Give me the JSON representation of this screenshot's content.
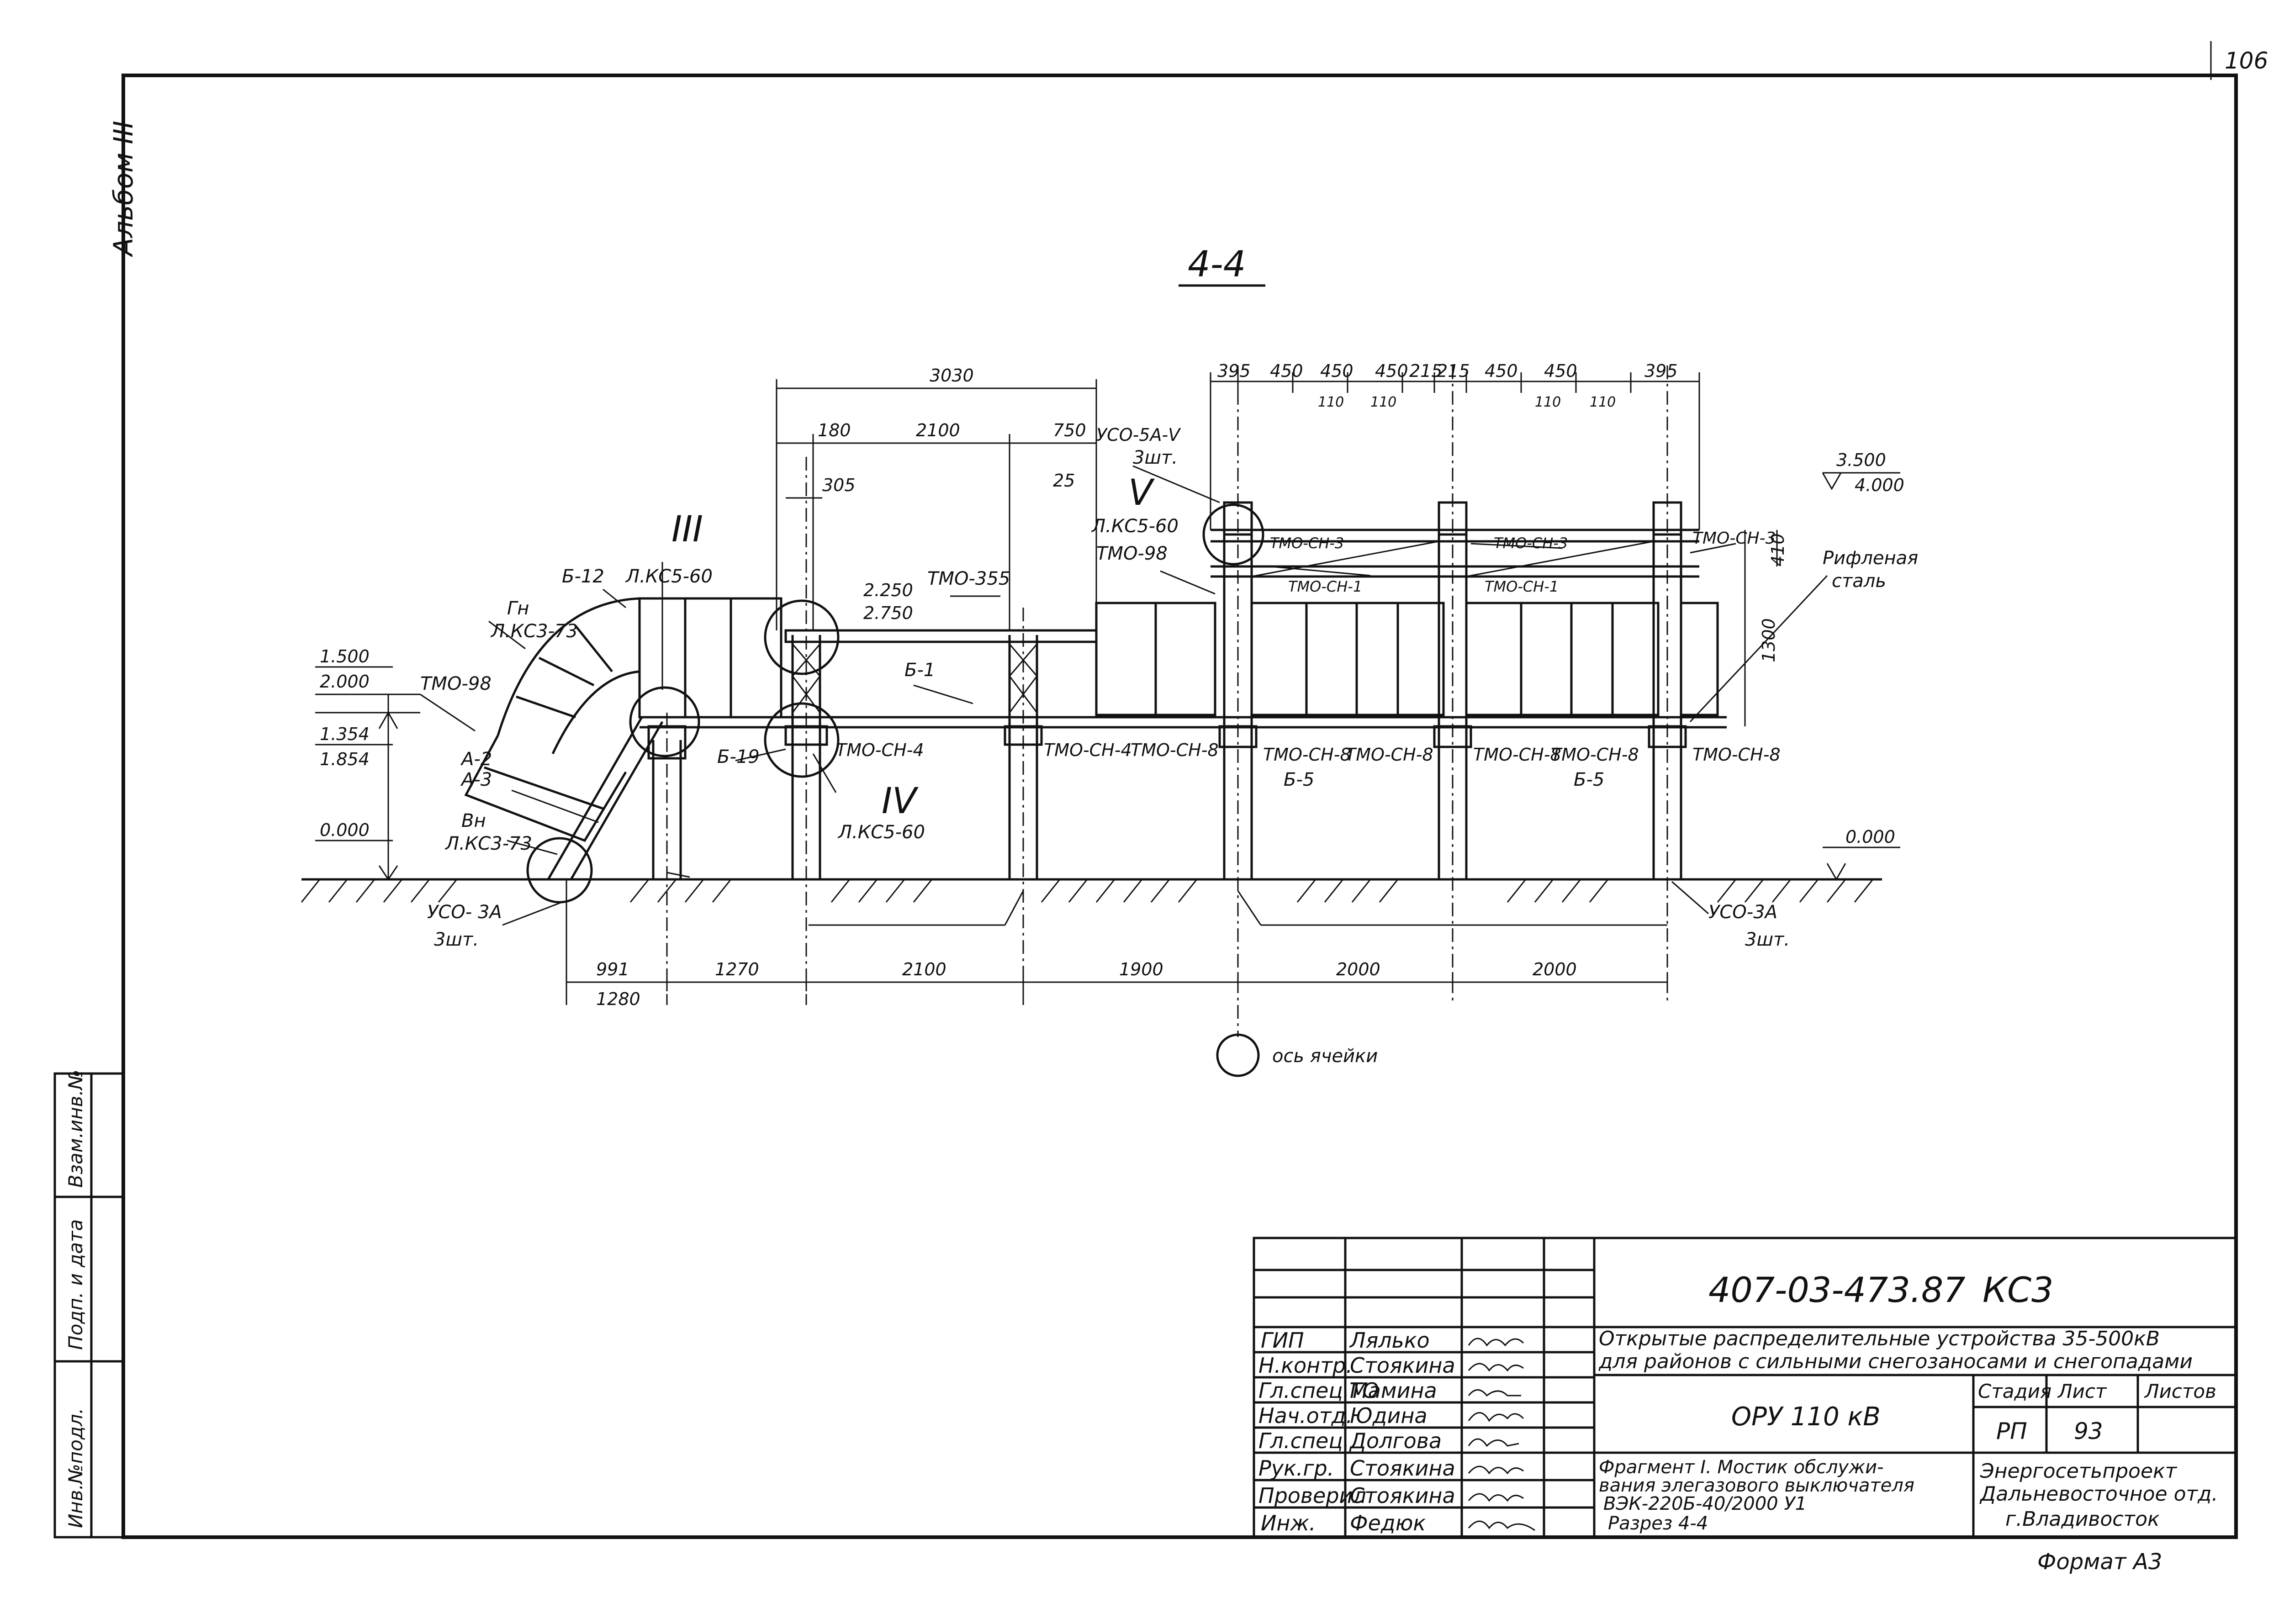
{
  "page_number": "106",
  "album_label": "Альбом III",
  "section_title": "4-4",
  "dimensions_top": {
    "total": "3030",
    "d180": "180",
    "d2100": "2100",
    "d750": "750",
    "d305": "305",
    "d25": "25",
    "d395a": "395",
    "d450a": "450",
    "d450b": "450",
    "d450c": "450",
    "d215a": "215",
    "d215b": "215",
    "d450d": "450",
    "d450e": "450",
    "d395b": "395",
    "d110a": "110",
    "d110b": "110",
    "d110c": "110",
    "d110d": "110",
    "d410": "410",
    "d1300": "1300"
  },
  "dimensions_bottom": {
    "d991": "991",
    "d1280": "1280",
    "d1270": "1270",
    "d2100": "2100",
    "d1900": "1900",
    "d2000a": "2000",
    "d2000b": "2000"
  },
  "levels": {
    "l1500": "1.500",
    "l2000": "2.000",
    "l1354": "1.354",
    "l1854": "1.854",
    "l0000": "0.000",
    "l2250": "2.250",
    "l2750": "2.750",
    "l3500": "3.500",
    "l4000": "4.000",
    "l0000r": "0.000"
  },
  "labels": {
    "tmo98_left": "ТМО-98",
    "gn": "Гн",
    "lks373_top": "Л.КС3-73",
    "b12": "Б-12",
    "roman3": "III",
    "lks560_a": "Л.КС5-60",
    "a2": "А-2",
    "a3": "А-3",
    "vn": "Вн",
    "lks373_bot": "Л.КС3-73",
    "uso3a_left": "УСО- 3А",
    "sht_left": "3шт.",
    "tmo355": "ТМО-355",
    "b1": "Б-1",
    "b19": "Б-19",
    "tmoch4_a": "ТМО-СН-4",
    "roman4": "IV",
    "lks560_b": "Л.КС5-60",
    "tmoch4_b": "ТМО-СН-4",
    "tmoch8_a": "ТМО-СН-8",
    "uso5a": "УСО-5А-V",
    "sht_mid": "3шт.",
    "roman5": "V",
    "lks560_c": "Л.КС5-60",
    "tmo98_mid": "ТМО-98",
    "tmoch3_a": "ТМО-СН-3",
    "tmoch1_a": "ТМО-СН-1",
    "tmoch3_b": "ТМО-СН-3",
    "tmoch1_b": "ТМО-СН-1",
    "tmoch3_c": "ТМО-СН-3",
    "tmoch8_b": "ТМО-СН-8",
    "tmoch8_c": "ТМО-СН-8",
    "b5_a": "Б-5",
    "tmoch8_d": "ТМО-СН-8",
    "tmoch8_e": "ТМО-СН-8",
    "b5_b": "Б-5",
    "tmoch8_f": "ТМО-СН-8",
    "riflenaya": "Рифленая",
    "stal": "сталь",
    "uso3a_right": "УСО-3А",
    "sht_right": "3шт.",
    "axis_label": "ось ячейки"
  },
  "side_stamp": {
    "inv_podl": "Инв.№подл.",
    "podp_data": "Подп. и дата",
    "vzam_inv": "Взам.инв.№"
  },
  "title_block": {
    "doc_code": "407-03-473.87",
    "mark": "КС3",
    "project_title_1": "Открытые распределительные устройства 35-500кВ",
    "project_title_2": "для районов с сильными снегозаносами и снегопадами",
    "object": "ОРУ 110 кВ",
    "stage_header": "Стадия",
    "sheet_header": "Лист",
    "sheets_header": "Листов",
    "stage": "РП",
    "sheet": "93",
    "sheets": "",
    "drawing_title_1": "Фрагмент I. Мостик обслужи-",
    "drawing_title_2": "вания элегазового выключателя",
    "drawing_title_3": "ВЭК-220Б-40/2000 У1",
    "drawing_title_4": "Разрез 4-4",
    "org_1": "Энергосетьпроект",
    "org_2": "Дальневосточное отд.",
    "org_3": "г.Владивосток",
    "format": "Формат А3",
    "signatures": [
      {
        "role": "ГИП",
        "name": "Лялько"
      },
      {
        "role": "Н.контр.",
        "name": "Стоякина"
      },
      {
        "role": "Гл.спец.ТО",
        "name": "Мамина"
      },
      {
        "role": "Нач.отд.",
        "name": "Юдина"
      },
      {
        "role": "Гл.спец.",
        "name": "Долгова"
      },
      {
        "role": "Рук.гр.",
        "name": "Стоякина"
      },
      {
        "role": "Проверил",
        "name": "Стоякина"
      },
      {
        "role": "Инж.",
        "name": "Федюк"
      }
    ]
  }
}
